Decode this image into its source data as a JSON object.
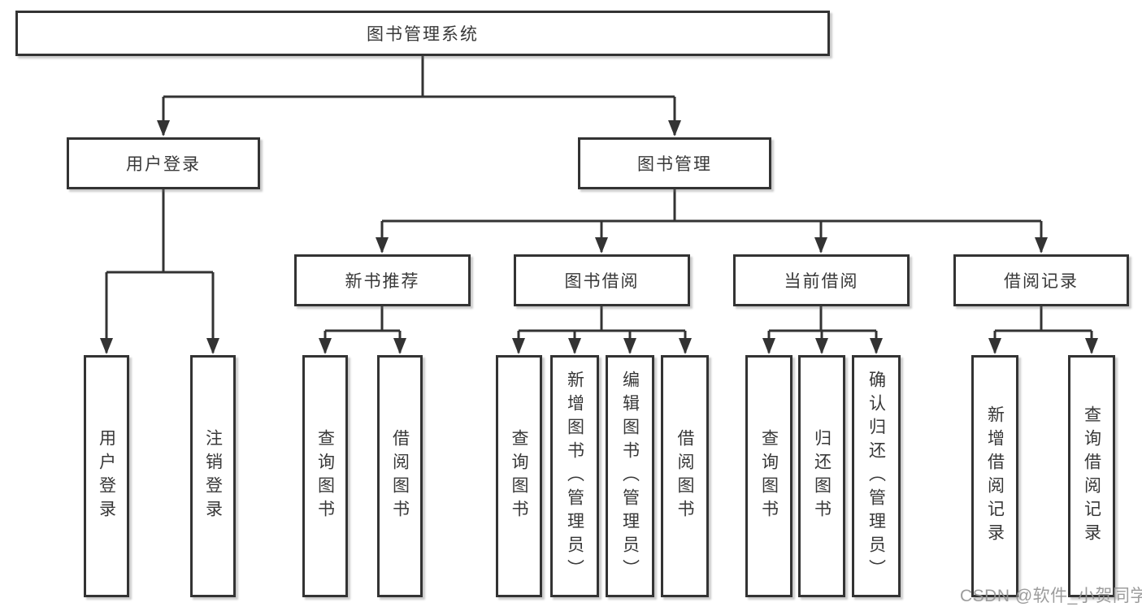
{
  "diagram": {
    "tree": {
      "label": "图书管理系统",
      "children": [
        {
          "label": "用户登录",
          "children": [
            {
              "label": "用户登录"
            },
            {
              "label": "注销登录"
            }
          ]
        },
        {
          "label": "图书管理",
          "children": [
            {
              "label": "新书推荐",
              "children": [
                {
                  "label": "查询图书"
                },
                {
                  "label": "借阅图书"
                }
              ]
            },
            {
              "label": "图书借阅",
              "children": [
                {
                  "label": "查询图书"
                },
                {
                  "label": "新增图书（管理员）"
                },
                {
                  "label": "编辑图书（管理员）"
                },
                {
                  "label": "借阅图书"
                }
              ]
            },
            {
              "label": "当前借阅",
              "children": [
                {
                  "label": "查询图书"
                },
                {
                  "label": "归还图书"
                },
                {
                  "label": "确认归还（管理员）"
                }
              ]
            },
            {
              "label": "借阅记录",
              "children": [
                {
                  "label": "新增借阅记录"
                },
                {
                  "label": "查询借阅记录"
                }
              ]
            }
          ]
        }
      ]
    },
    "watermark": "CSDN @软件_小贺同学",
    "colors": {
      "line": "#333333",
      "box_border": "#333333",
      "text": "#383838",
      "watermark": "#949494",
      "background": "#ffffff"
    }
  }
}
